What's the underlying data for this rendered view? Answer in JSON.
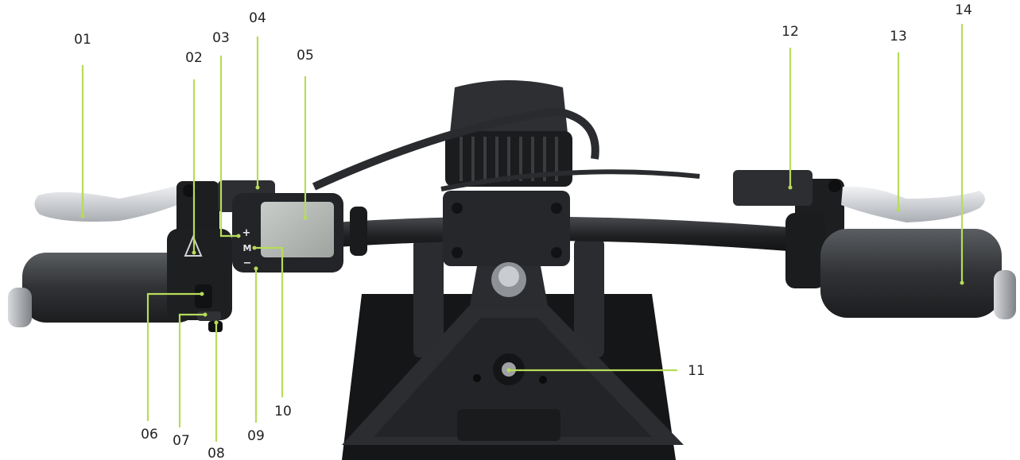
{
  "colors": {
    "leader": "#b7dc5a",
    "label": "#222222"
  },
  "display": {
    "plus": "+",
    "mode": "M",
    "minus": "−"
  },
  "callouts": [
    {
      "id": "01",
      "target": "left-brake-lever"
    },
    {
      "id": "02",
      "target": "hazard-switch"
    },
    {
      "id": "03",
      "target": "plus-button"
    },
    {
      "id": "04",
      "target": "left-brake-reservoir"
    },
    {
      "id": "05",
      "target": "lcd-display"
    },
    {
      "id": "06",
      "target": "switch-upper"
    },
    {
      "id": "07",
      "target": "switch-middle"
    },
    {
      "id": "08",
      "target": "switch-lower"
    },
    {
      "id": "09",
      "target": "minus-button"
    },
    {
      "id": "10",
      "target": "mode-button"
    },
    {
      "id": "11",
      "target": "ignition-key"
    },
    {
      "id": "12",
      "target": "right-brake-reservoir"
    },
    {
      "id": "13",
      "target": "right-brake-lever"
    },
    {
      "id": "14",
      "target": "throttle-grip"
    }
  ]
}
